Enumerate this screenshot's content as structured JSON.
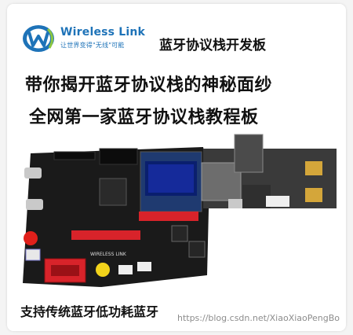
{
  "brand": {
    "name": "Wireless Link",
    "tagline": "让世界变得\"无线\"可能"
  },
  "product_title": "蓝牙协议栈开发板",
  "headline_1": "带你揭开蓝牙协议栈的神秘面纱",
  "headline_2": "全网第一家蓝牙协议栈教程板",
  "board_silkscreen": "WIRELESS LINK",
  "caption": "支持传统蓝牙低功耗蓝牙",
  "watermark": "https://blog.csdn.net/XiaoXiaoPengBo",
  "colors": {
    "brand_blue": "#1e73b8",
    "pcb_black": "#1a1a1a",
    "header_red": "#d8232a"
  }
}
